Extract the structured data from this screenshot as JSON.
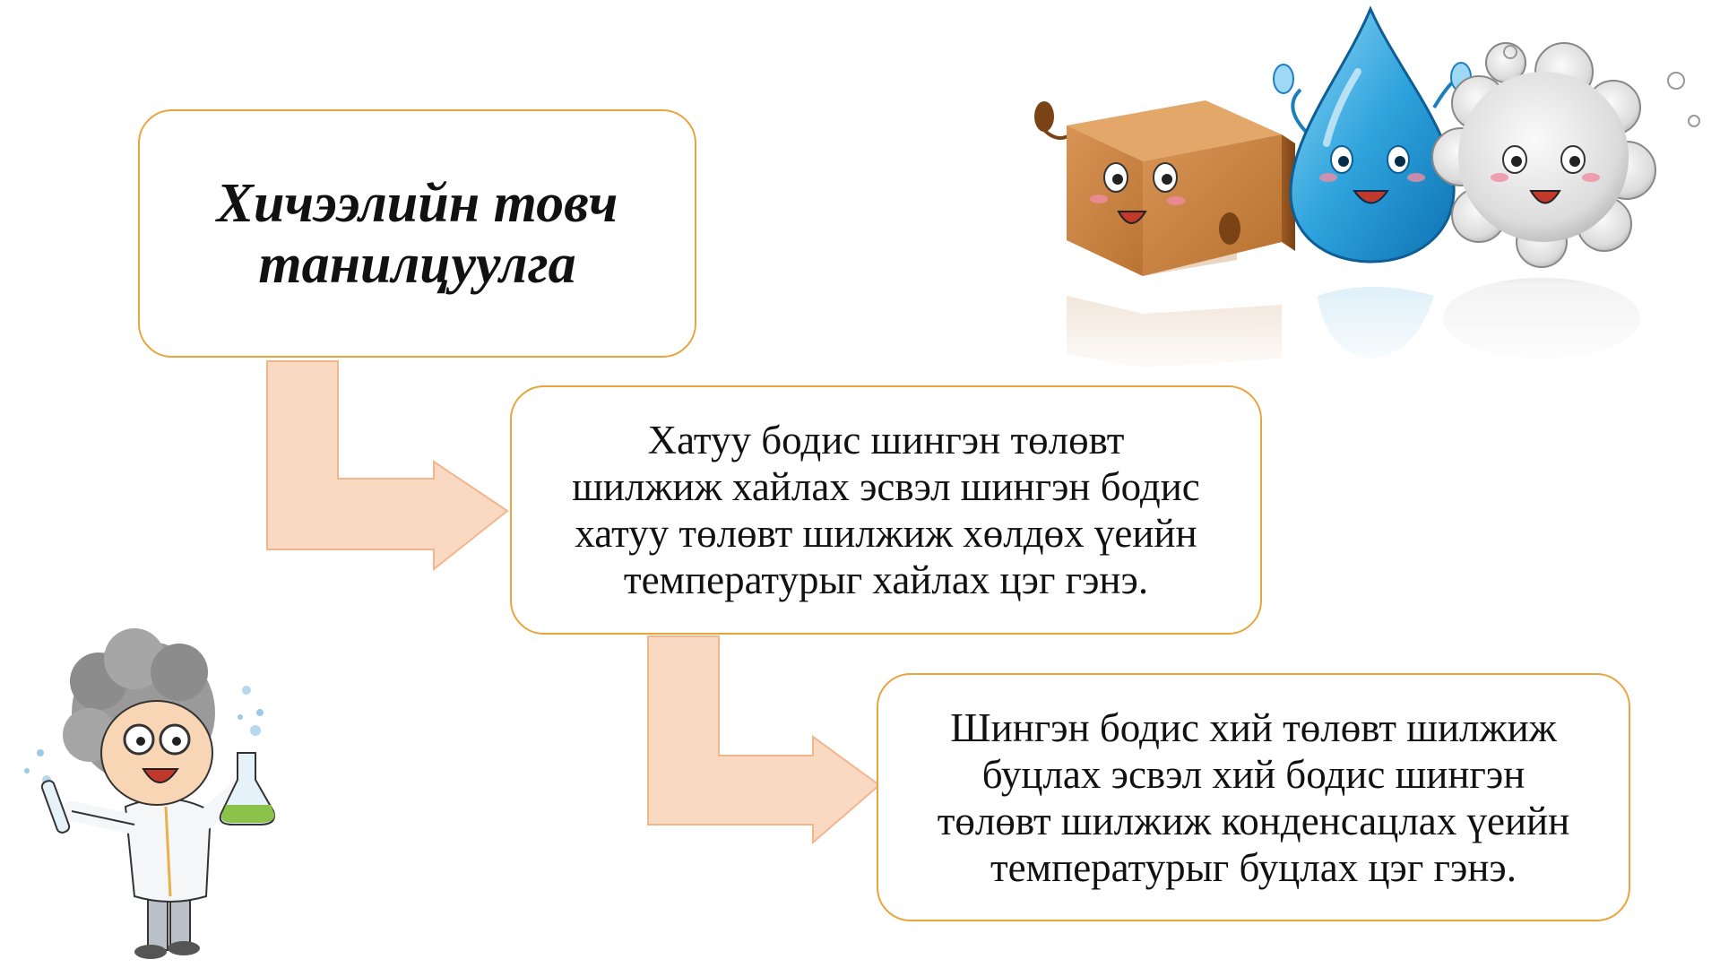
{
  "title": "Хичээлийн товч\nтанилцуулга",
  "step1": "Хатуу бодис шингэн төлөвт\nшилжиж хайлах эсвэл шингэн бодис\nхатуу төлөвт шилжиж хөлдөх үеийн\nтемпературыг хайлах цэг гэнэ.",
  "step2": "Шингэн бодис хий төлөвт шилжиж\nбуцлах эсвэл хий бодис шингэн\nтөлөвт шилжиж конденсацлах үеийн\nтемпературыг буцлах цэг гэнэ.",
  "colors": {
    "box_border": "#E9A53D",
    "arrow_fill": "#FAD9C2",
    "arrow_stroke": "#F3B58C"
  },
  "illustrations": [
    "solid-cube-character",
    "water-drop-character",
    "gas-cloud-character",
    "scientist-character"
  ]
}
